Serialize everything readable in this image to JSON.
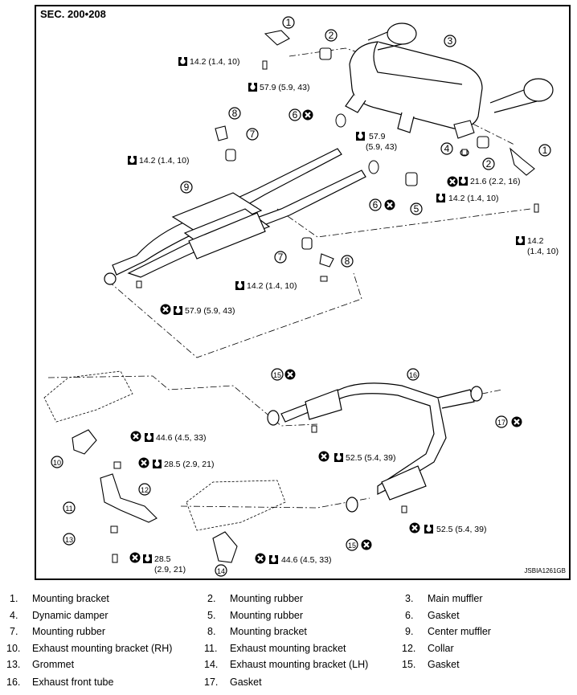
{
  "section_label": "SEC. 200•208",
  "diagram_id": "JSBIA1261GB",
  "callouts": [
    "1",
    "2",
    "3",
    "4",
    "5",
    "6",
    "7",
    "8",
    "9",
    "10",
    "11",
    "12",
    "13",
    "14",
    "15",
    "16",
    "17"
  ],
  "torques": {
    "t1": "14.2 (1.4, 10)",
    "t2": "57.9 (5.9, 43)",
    "t3a": "57.9",
    "t3b": "(5.9, 43)",
    "t4": "14.2 (1.4, 10)",
    "t5": "21.6 (2.2, 16)",
    "t6": "14.2 (1.4, 10)",
    "t7a": "14.2",
    "t7b": "(1.4, 10)",
    "t8": "14.2 (1.4, 10)",
    "t9": "57.9 (5.9, 43)",
    "t10": "44.6 (4.5, 33)",
    "t11": "28.5 (2.9, 21)",
    "t12": "52.5 (5.4, 39)",
    "t13": "52.5 (5.4, 39)",
    "t14a": "28.5",
    "t14b": "(2.9, 21)",
    "t15": "44.6 (4.5, 33)"
  },
  "legend": [
    {
      "num": "1.",
      "name": "Mounting bracket"
    },
    {
      "num": "2.",
      "name": "Mounting rubber"
    },
    {
      "num": "3.",
      "name": "Main muffler"
    },
    {
      "num": "4.",
      "name": "Dynamic damper"
    },
    {
      "num": "5.",
      "name": "Mounting rubber"
    },
    {
      "num": "6.",
      "name": "Gasket"
    },
    {
      "num": "7.",
      "name": "Mounting rubber"
    },
    {
      "num": "8.",
      "name": "Mounting bracket"
    },
    {
      "num": "9.",
      "name": "Center muffler"
    },
    {
      "num": "10.",
      "name": "Exhaust mounting bracket (RH)"
    },
    {
      "num": "11.",
      "name": "Exhaust mounting bracket"
    },
    {
      "num": "12.",
      "name": "Collar"
    },
    {
      "num": "13.",
      "name": "Grommet"
    },
    {
      "num": "14.",
      "name": "Exhaust mounting bracket (LH)"
    },
    {
      "num": "15.",
      "name": "Gasket"
    },
    {
      "num": "16.",
      "name": "Exhaust front tube"
    },
    {
      "num": "17.",
      "name": "Gasket"
    }
  ]
}
